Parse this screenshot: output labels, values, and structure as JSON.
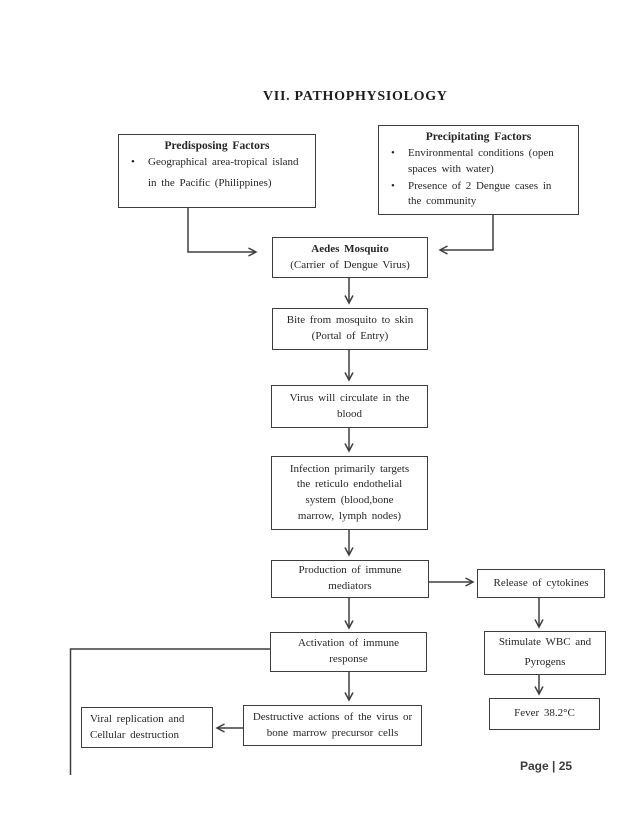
{
  "page": {
    "title": "VII. PATHOPHYSIOLOGY",
    "footer": "Page | 25"
  },
  "bullet_glyph": "•",
  "colors": {
    "background": "#ffffff",
    "text": "#262626",
    "box_border": "#3d3d3d",
    "connector_line": "#3f3f3f"
  },
  "boxes": {
    "predisposing": {
      "title": "Predisposing Factors",
      "bullet1_line1": "Geographical area-tropical island",
      "bullet1_line2": "in the Pacific (Philippines)"
    },
    "precipitating": {
      "title": "Precipitating Factors",
      "bullet1_line1": "Environmental conditions (open",
      "bullet1_line2": "spaces with water)",
      "bullet2_line1": "Presence of 2 Dengue cases in",
      "bullet2_line2": "the community"
    },
    "aedes": {
      "title": "Aedes Mosquito",
      "subtitle": "(Carrier of Dengue Virus)"
    },
    "bite": {
      "line1": "Bite from mosquito to skin",
      "line2": "(Portal of Entry)"
    },
    "virus": {
      "line1": "Virus will circulate in the",
      "line2": "blood"
    },
    "infection": {
      "line1": "Infection primarily targets",
      "line2": "the reticulo endothelial",
      "line3": "system (blood,bone",
      "line4": "marrow, lymph nodes)"
    },
    "production": {
      "line1": "Production of immune",
      "line2": "mediators"
    },
    "release": {
      "line1": "Release of cytokines"
    },
    "activation": {
      "line1": "Activation of immune",
      "line2": "response"
    },
    "stimulate": {
      "line1": "Stimulate WBC and",
      "line2": "Pyrogens"
    },
    "destructive": {
      "line1": "Destructive actions of the virus or",
      "line2": "bone marrow precursor cells"
    },
    "viral": {
      "line1": "Viral replication and",
      "line2": "Cellular destruction"
    },
    "fever": {
      "line1": "Fever 38.2°C"
    }
  }
}
